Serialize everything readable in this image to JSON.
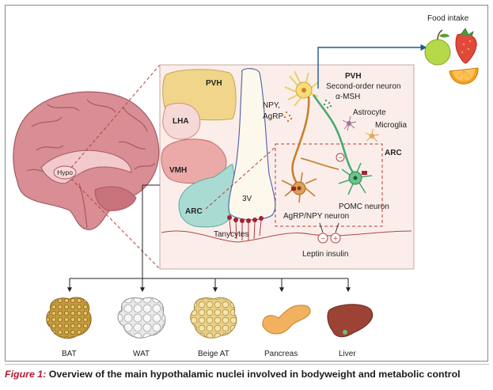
{
  "labels": {
    "food_intake": "Food intake",
    "hypo": "Hypo",
    "pvh_nucleus": "PVH",
    "lha": "LHA",
    "vmh": "VMH",
    "arc_nucleus": "ARC",
    "third_ventricle": "3V",
    "tanycytes": "Tanycytes",
    "npy": "NPY,",
    "agrp": "AgRP",
    "pvh_region": "PVH",
    "second_order_neuron": "Second-order neuron",
    "alpha_msh": "α-MSH",
    "astrocyte": "Astrocyte",
    "microglia": "Microglia",
    "arc_region": "ARC",
    "pomc_neuron": "POMC neuron",
    "agrp_npy_neuron": "AgRP/NPY neuron",
    "leptin_insulin": "Leptin insulin",
    "minus": "−",
    "plus": "+"
  },
  "targets": [
    {
      "label": "BAT"
    },
    {
      "label": "WAT"
    },
    {
      "label": "Beige AT"
    },
    {
      "label": "Pancreas"
    },
    {
      "label": "Liver"
    }
  ],
  "caption": {
    "figure": "Figure 1:",
    "text": " Overview of the main hypothalamic nuclei involved in bodyweight and metabolic control"
  },
  "colors": {
    "pvh": "#f0d58a",
    "lha": "#f6d8d6",
    "vmh": "#eba9a7",
    "arc": "#a9dbd3",
    "ventricle": "#fdf8ec",
    "panel": "#fbeeea",
    "brain": "#d98d94",
    "dashed": "#b3403a",
    "pomc": "#46ad6f",
    "agrp": "#c97f2d",
    "accent": "#b01c32"
  }
}
